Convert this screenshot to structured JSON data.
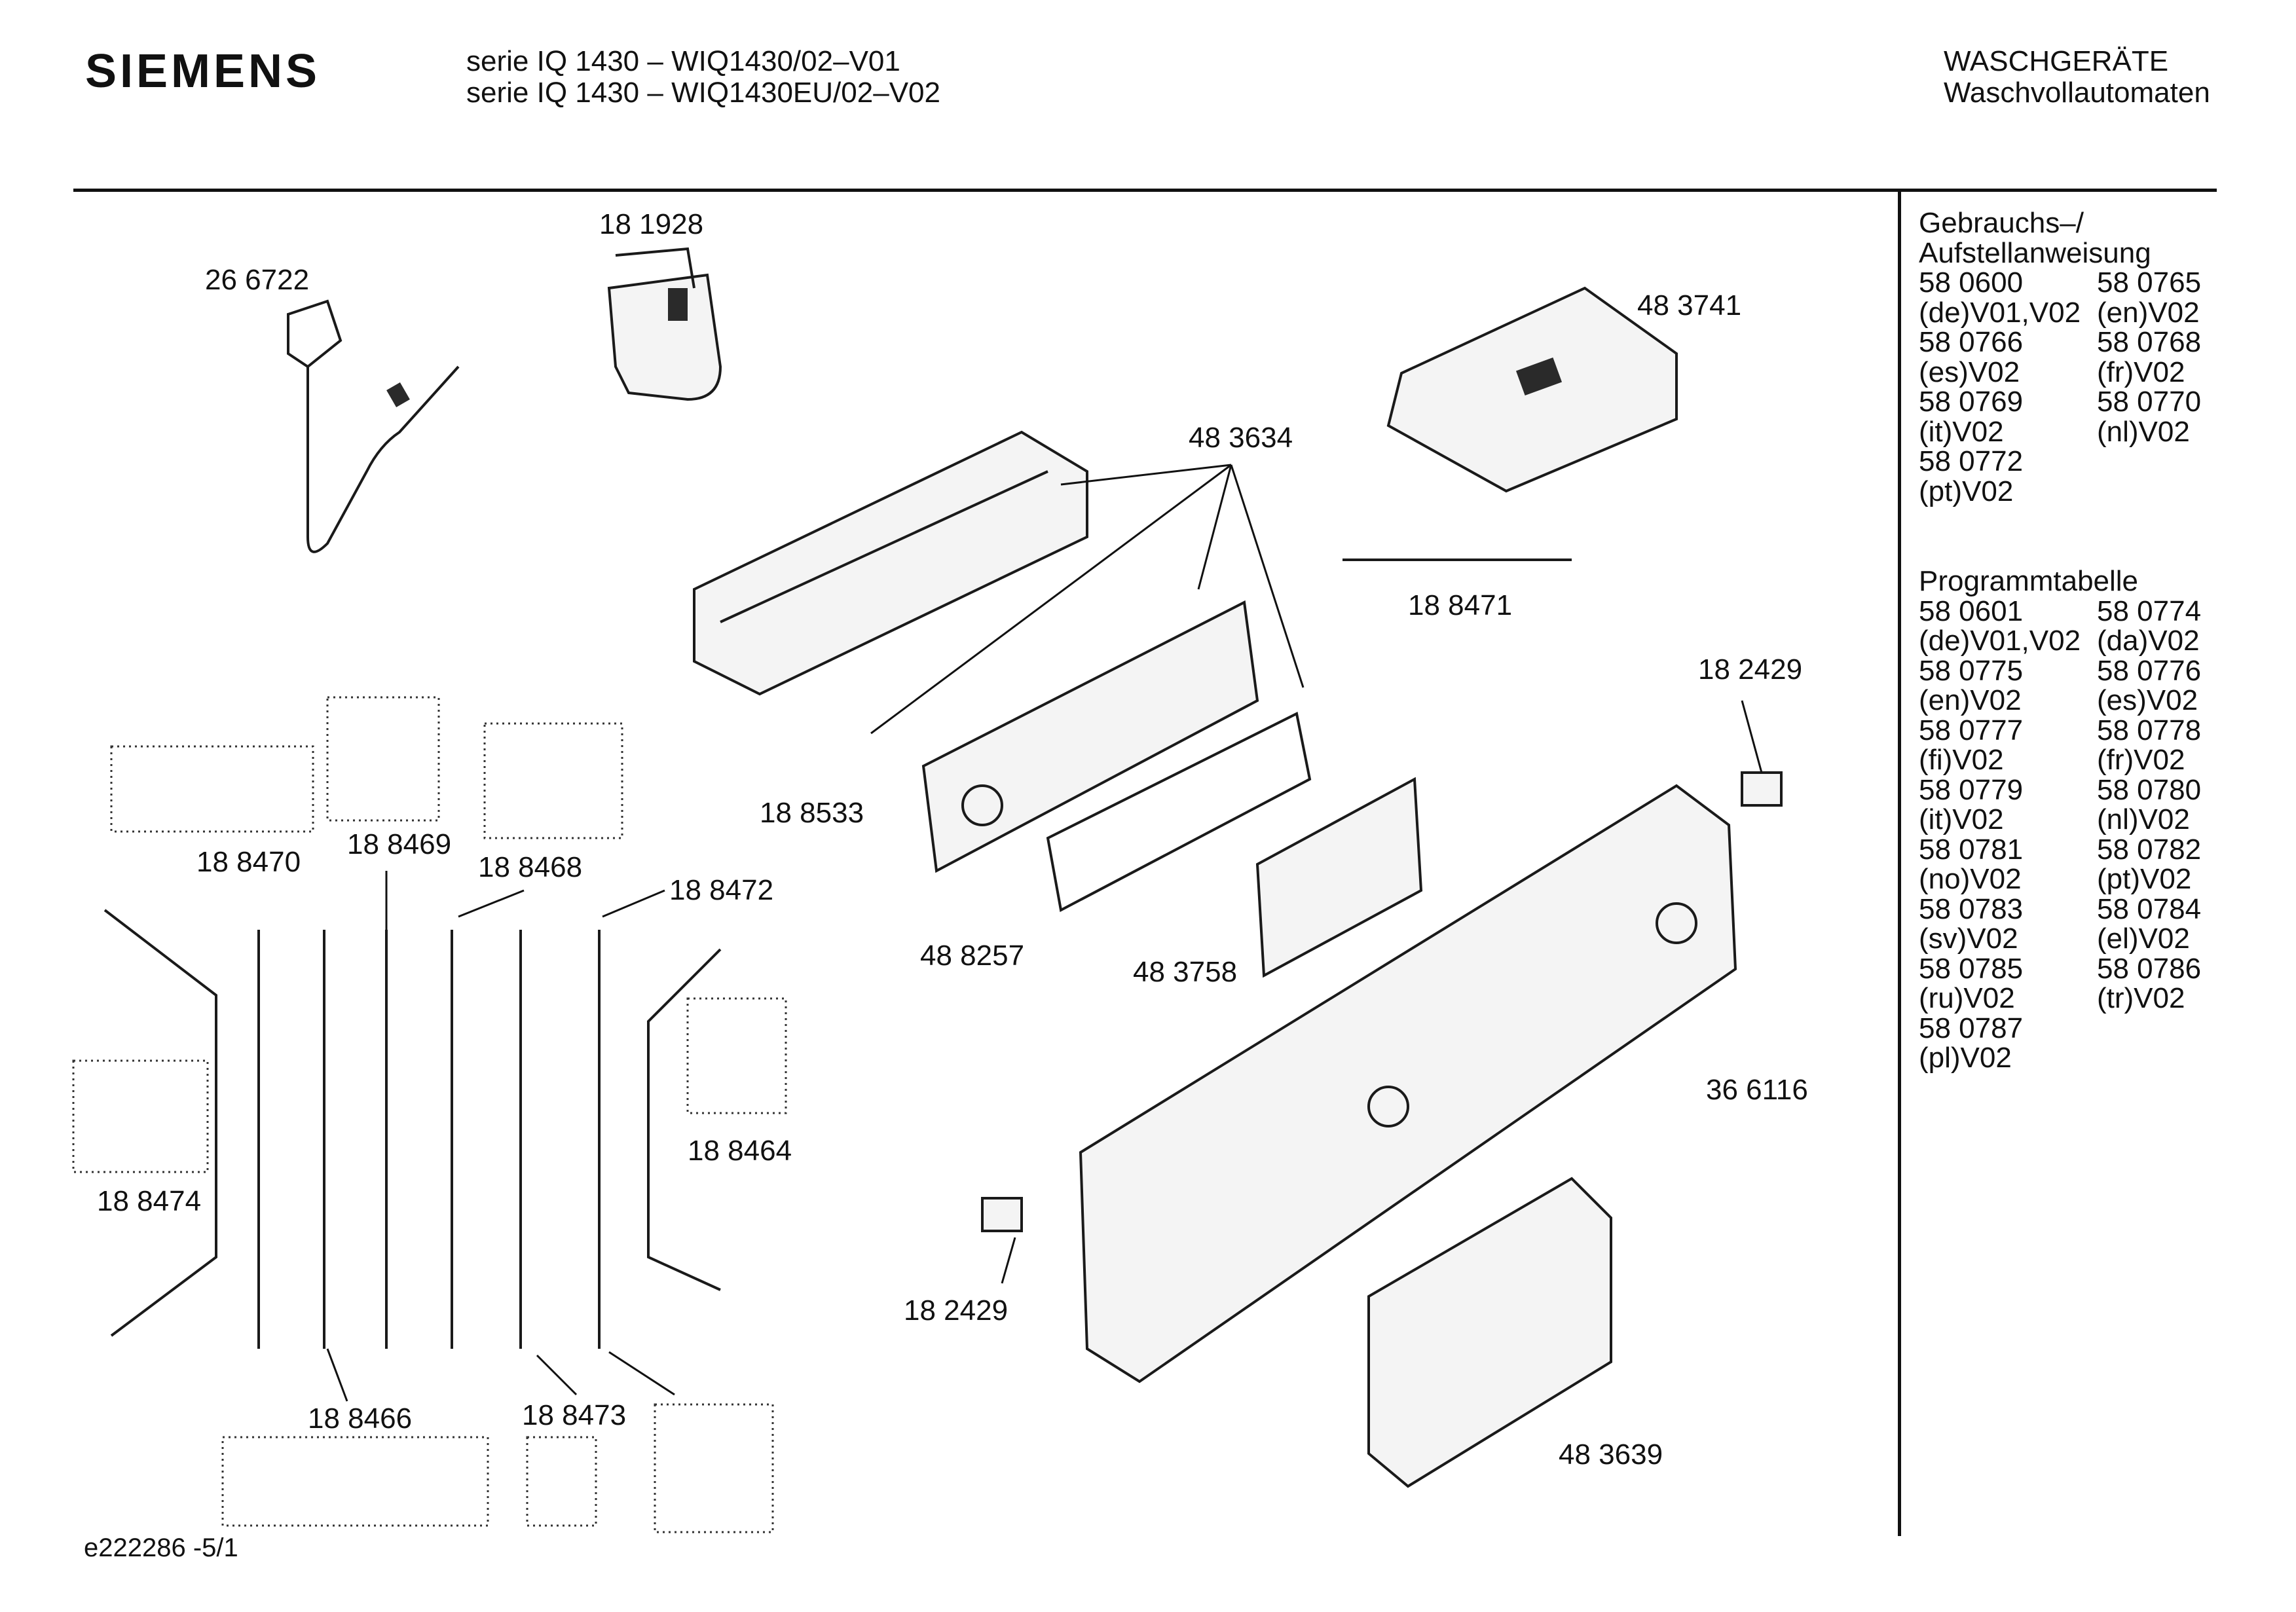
{
  "header": {
    "brand": "SIEMENS",
    "model_line1": "serie IQ 1430 – WIQ1430/02–V01",
    "model_line2": "serie IQ 1430 – WIQ1430EU/02–V02",
    "category": "WASCHGERÄTE",
    "subcategory": "Waschvollautomaten"
  },
  "parts": {
    "p266722": "26 6722",
    "p181928": "18 1928",
    "p483741": "48 3741",
    "p483634": "48 3634",
    "p188471": "18 8471",
    "p182429a": "18 2429",
    "p188533": "18 8533",
    "p488257": "48 8257",
    "p483758": "48 3758",
    "p366116": "36 6116",
    "p182429b": "18 2429",
    "p483639": "48 3639",
    "p188470": "18 8470",
    "p188469": "18 8469",
    "p188468": "18 8468",
    "p188472": "18 8472",
    "p188474": "18 8474",
    "p188464": "18 8464",
    "p188466": "18 8466",
    "p188473": "18 8473"
  },
  "sidebar": {
    "manual_title1": "Gebrauchs–/",
    "manual_title2": "Aufstellanweisung",
    "manual_rows": [
      [
        "58 0600",
        "58 0765"
      ],
      [
        "(de)V01,V02",
        "(en)V02"
      ],
      [
        "58 0766",
        "58 0768"
      ],
      [
        "(es)V02",
        "(fr)V02"
      ],
      [
        "58 0769",
        "58 0770"
      ],
      [
        "(it)V02",
        "(nl)V02"
      ],
      [
        "58 0772",
        ""
      ],
      [
        "(pt)V02",
        ""
      ]
    ],
    "program_title": "Programmtabelle",
    "program_rows": [
      [
        "58 0601",
        "58 0774"
      ],
      [
        "(de)V01,V02",
        "(da)V02"
      ],
      [
        "58 0775",
        "58 0776"
      ],
      [
        "(en)V02",
        "(es)V02"
      ],
      [
        "58 0777",
        "58 0778"
      ],
      [
        "(fi)V02",
        "(fr)V02"
      ],
      [
        "58 0779",
        "58 0780"
      ],
      [
        "(it)V02",
        "(nl)V02"
      ],
      [
        "58 0781",
        "58 0782"
      ],
      [
        "(no)V02",
        "(pt)V02"
      ],
      [
        "58 0783",
        "58 0784"
      ],
      [
        "(sv)V02",
        "(el)V02"
      ],
      [
        "58 0785",
        "58 0786"
      ],
      [
        "(ru)V02",
        "(tr)V02"
      ],
      [
        "58 0787",
        ""
      ],
      [
        "(pl)V02",
        ""
      ]
    ]
  },
  "footer": {
    "code": "e222286 -5/1"
  }
}
